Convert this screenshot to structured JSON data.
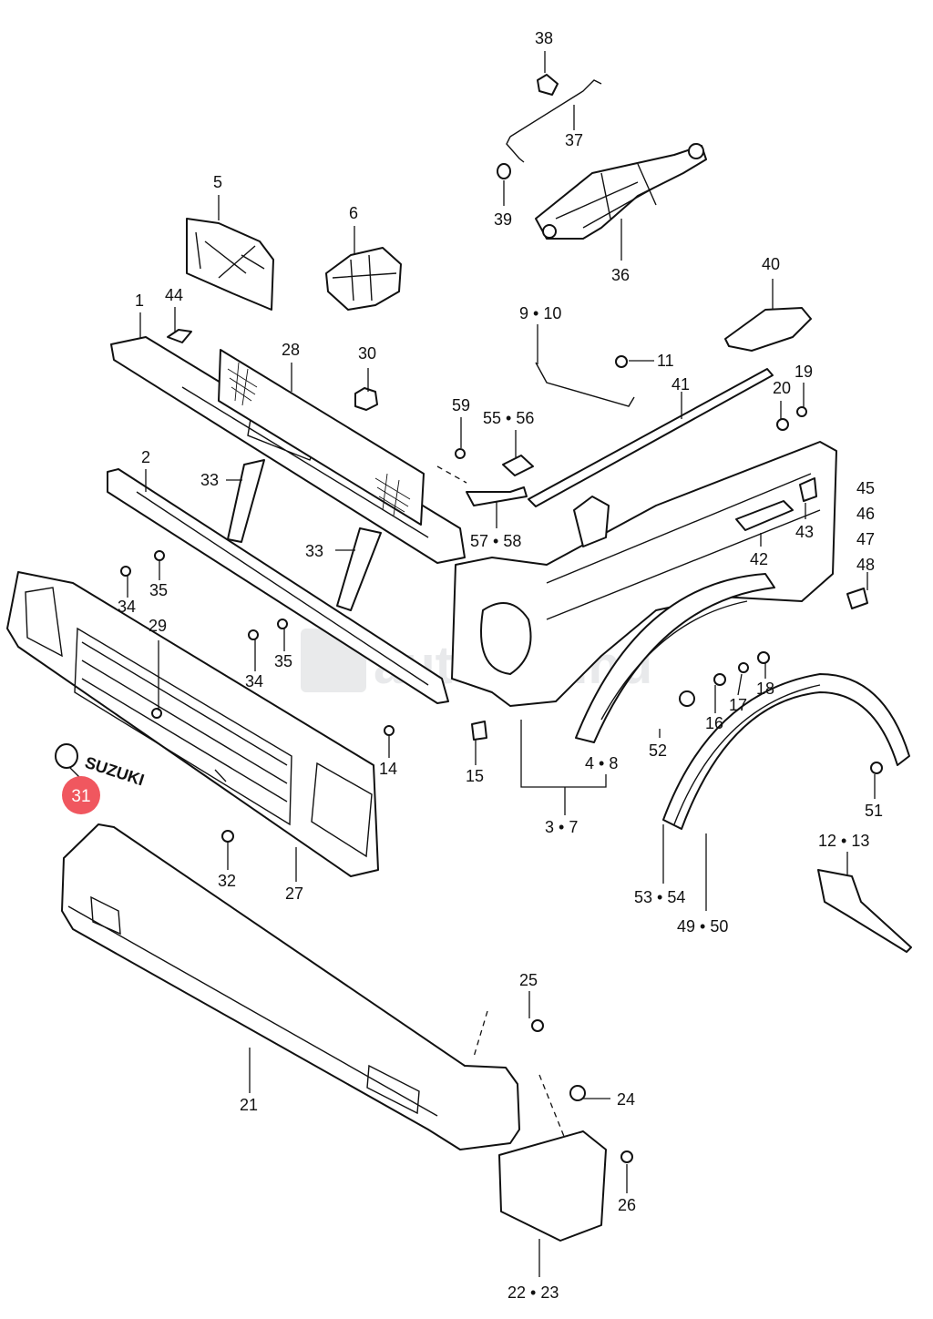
{
  "diagram": {
    "labels": {
      "p1": "1",
      "p2": "2",
      "p3_7": "3 • 7",
      "p4_8": "4 • 8",
      "p5": "5",
      "p6": "6",
      "p9_10": "9 • 10",
      "p11": "11",
      "p12_13": "12 • 13",
      "p14": "14",
      "p15": "15",
      "p16": "16",
      "p17": "17",
      "p18": "18",
      "p19": "19",
      "p20": "20",
      "p21": "21",
      "p22_23": "22 • 23",
      "p24": "24",
      "p25": "25",
      "p26": "26",
      "p27": "27",
      "p28": "28",
      "p29": "29",
      "p30": "30",
      "p32": "32",
      "p33a": "33",
      "p33b": "33",
      "p34a": "34",
      "p34b": "34",
      "p35a": "35",
      "p35b": "35",
      "p36": "36",
      "p37": "37",
      "p38": "38",
      "p39": "39",
      "p40": "40",
      "p41": "41",
      "p42": "42",
      "p43": "43",
      "p44": "44",
      "p45": "45",
      "p46": "46",
      "p47": "47",
      "p48": "48",
      "p49_50": "49 • 50",
      "p51": "51",
      "p52": "52",
      "p53_54": "53 • 54",
      "p55_56": "55 • 56",
      "p57_58": "57 • 58",
      "p59": "59"
    },
    "highlight": {
      "label": "31",
      "color": "#f0575f"
    },
    "emblem_text": "SUZUKI",
    "watermark": "autó4x4.hu"
  }
}
